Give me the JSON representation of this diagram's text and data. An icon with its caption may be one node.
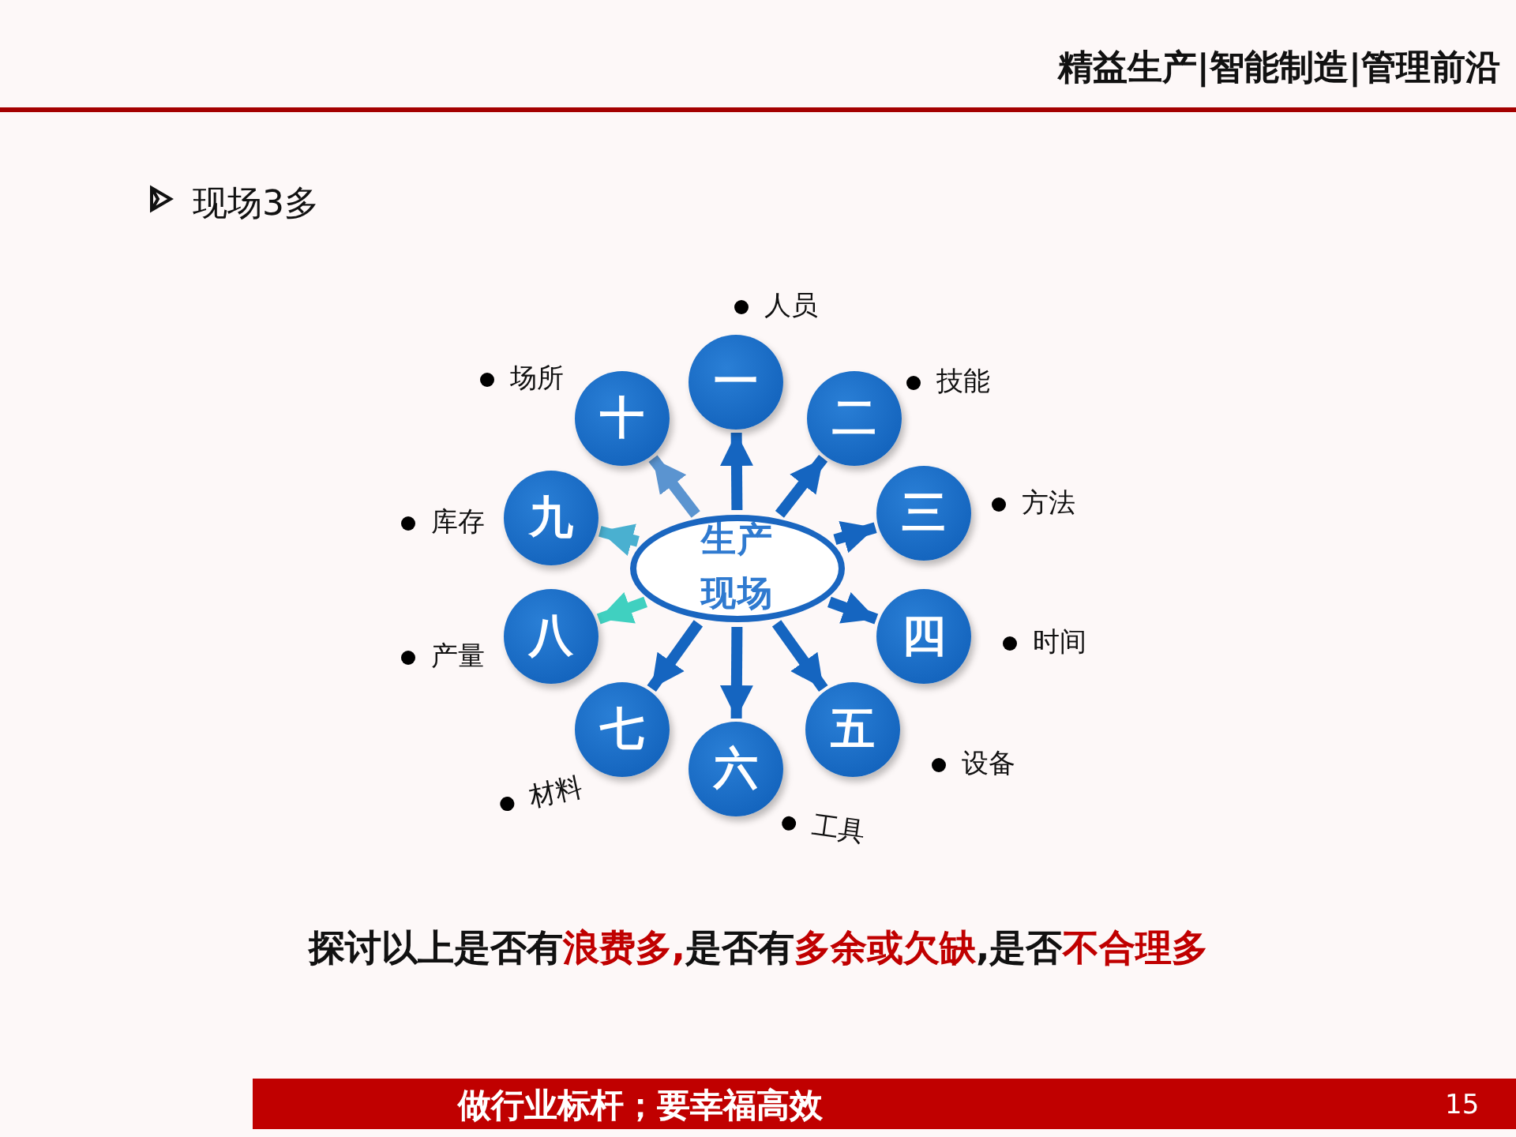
{
  "diagram": {
    "title": "现场3多",
    "nodes": [
      {
        "text": [
          "生产现场"
        ]
      },
      {
        "text": [
          "一"
        ],
        "beside": [
          "人员"
        ]
      },
      {
        "text": [
          "二"
        ],
        "beside": [
          "技能"
        ]
      },
      {
        "text": [
          "三"
        ],
        "beside": [
          "方法"
        ]
      },
      {
        "text": [
          "四"
        ],
        "beside": [
          "时间"
        ]
      },
      {
        "text": [
          "五"
        ],
        "beside": [
          "设备"
        ]
      },
      {
        "text": [
          "六"
        ],
        "beside": [
          "工具"
        ]
      },
      {
        "text": [
          "七"
        ],
        "beside": [
          "材料"
        ]
      },
      {
        "text": [
          "八"
        ],
        "beside": [
          "产量"
        ]
      },
      {
        "text": [
          "九"
        ],
        "beside": [
          "库存"
        ]
      },
      {
        "text": [
          "十"
        ],
        "beside": [
          "场所"
        ]
      }
    ],
    "edges": [
      {
        "from": 0,
        "to": 1,
        "arrow": "to"
      },
      {
        "from": 0,
        "to": 2,
        "arrow": "to"
      },
      {
        "from": 0,
        "to": 3,
        "arrow": "to"
      },
      {
        "from": 0,
        "to": 4,
        "arrow": "to"
      },
      {
        "from": 0,
        "to": 5,
        "arrow": "to"
      },
      {
        "from": 0,
        "to": 6,
        "arrow": "to"
      },
      {
        "from": 0,
        "to": 7,
        "arrow": "to"
      },
      {
        "from": 0,
        "to": 8,
        "arrow": "to",
        "color": "#40d0c0"
      },
      {
        "from": 0,
        "to": 9,
        "arrow": "to",
        "color": "#4ab0d0"
      },
      {
        "from": 0,
        "to": 10,
        "arrow": "to",
        "color": "#5b94d0"
      }
    ],
    "labels": [
      "精益生产|智能制造|管理前沿",
      "探讨以上是否有",
      "浪费多,",
      "是否有",
      "多余或欠缺",
      ",是否",
      "不合理多",
      "做行业标杆；要幸福高效",
      "15"
    ]
  }
}
